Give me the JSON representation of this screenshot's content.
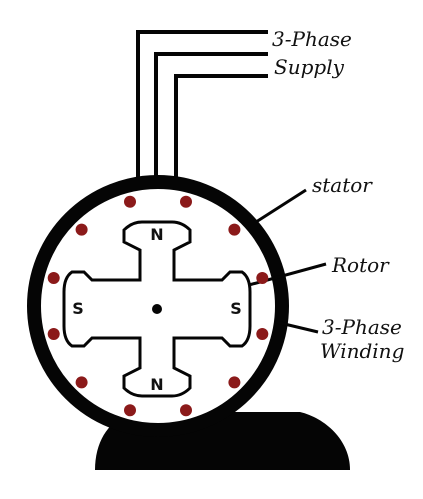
{
  "colors": {
    "line": "#0a0a0a",
    "housing": "#050505",
    "background": "#ffffff",
    "winding_dot": "#8b1a1a",
    "rotor_fill": "#ffffff"
  },
  "labels": {
    "supply_line1": "3-Phase",
    "supply_line2": "Supply",
    "stator": "stator",
    "rotor": "Rotor",
    "winding_line1": "3-Phase",
    "winding_line2": "Winding"
  },
  "rotor": {
    "pole_top": "N",
    "pole_bottom": "N",
    "pole_left": "S",
    "pole_right": "S"
  },
  "winding_dot_count": 12
}
